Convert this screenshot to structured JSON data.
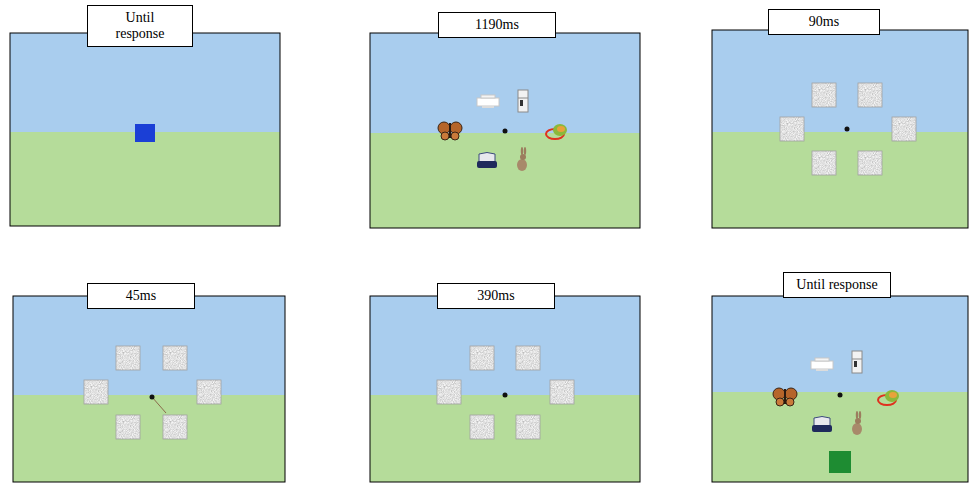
{
  "diagram": {
    "nodes": [
      {
        "text": [
          "Until response"
        ]
      },
      {
        "text": [
          "1190ms"
        ]
      },
      {
        "text": [
          "90ms"
        ]
      },
      {
        "text": [
          "45ms"
        ]
      },
      {
        "text": [
          "390ms"
        ]
      },
      {
        "text": [
          "Until response"
        ]
      }
    ]
  }
}
